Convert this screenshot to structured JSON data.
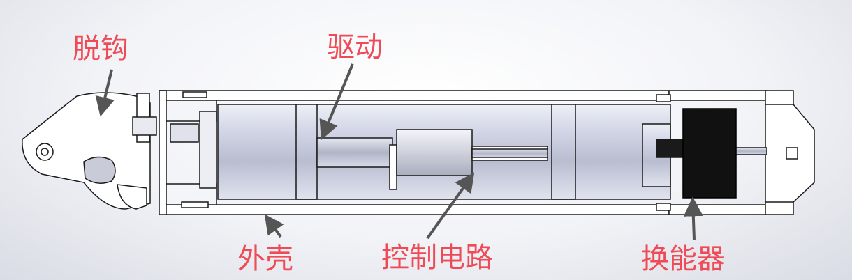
{
  "labels": {
    "release_hook": "脱钩",
    "drive": "驱动",
    "housing": "外壳",
    "control_circuit": "控制电路",
    "transducer": "换能器"
  },
  "colors": {
    "label_text": "#ee4b57",
    "arrow": "#555555",
    "outline": "#1a1a1a",
    "transducer_block": "#111111"
  }
}
